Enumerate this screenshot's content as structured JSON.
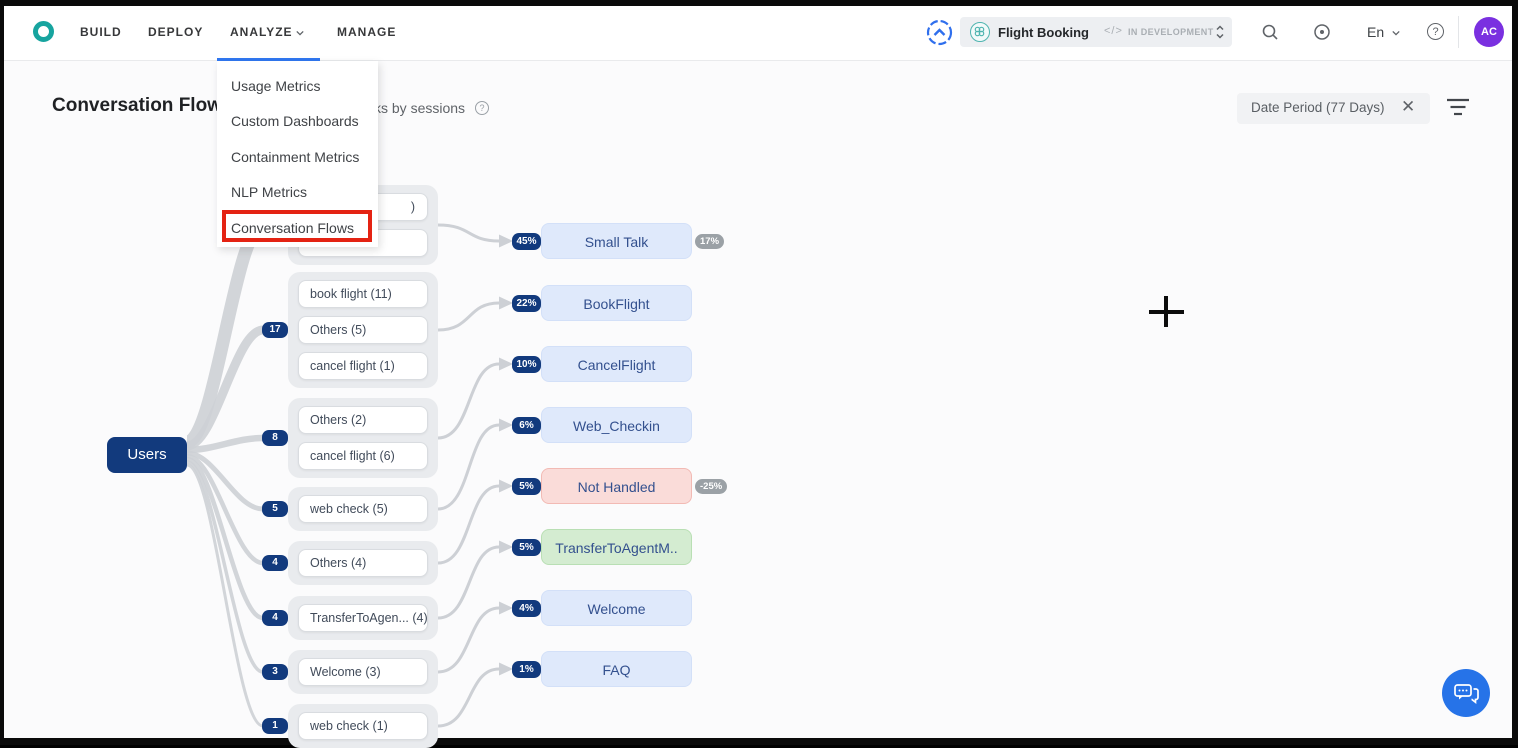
{
  "nav": {
    "menu": [
      {
        "label": "BUILD"
      },
      {
        "label": "DEPLOY"
      },
      {
        "label": "ANALYZE"
      },
      {
        "label": "MANAGE"
      }
    ],
    "bot": {
      "name": "Flight Booking",
      "code_icon": "</>",
      "status": "IN DEVELOPMENT"
    },
    "language": "En",
    "help": "?",
    "avatar": "AC"
  },
  "dropdown": {
    "items": [
      "Usage Metrics",
      "Custom Dashboards",
      "Containment Metrics",
      "NLP Metrics",
      "Conversation Flows"
    ],
    "highlighted": "Conversation Flows"
  },
  "header": {
    "title": "Conversation Flows",
    "subtitle_fragment": "ks by sessions",
    "date_filter": "Date Period (77 Days)"
  },
  "chart_data": {
    "type": "flow",
    "title": "Conversation Flows",
    "root": {
      "label": "Users"
    },
    "groups": [
      {
        "count": "",
        "boxes": [
          ")",
          ""
        ]
      },
      {
        "count": "17",
        "boxes": [
          "book flight (11)",
          "Others (5)",
          "cancel flight (1)"
        ]
      },
      {
        "count": "8",
        "boxes": [
          "Others (2)",
          "cancel flight (6)"
        ]
      },
      {
        "count": "5",
        "boxes": [
          "web check (5)"
        ]
      },
      {
        "count": "4",
        "boxes": [
          "Others (4)"
        ]
      },
      {
        "count": "4",
        "boxes": [
          "TransferToAgen... (4)"
        ]
      },
      {
        "count": "3",
        "boxes": [
          "Welcome (3)"
        ]
      },
      {
        "count": "1",
        "boxes": [
          "web check (1)"
        ]
      }
    ],
    "nodes": [
      {
        "label": "Small Talk",
        "pct": "45%",
        "trail": "17%",
        "type": "blue"
      },
      {
        "label": "BookFlight",
        "pct": "22%",
        "trail": "",
        "type": "blue"
      },
      {
        "label": "CancelFlight",
        "pct": "10%",
        "trail": "",
        "type": "blue"
      },
      {
        "label": "Web_Checkin",
        "pct": "6%",
        "trail": "",
        "type": "blue"
      },
      {
        "label": "Not Handled",
        "pct": "5%",
        "trail": "-25%",
        "type": "red"
      },
      {
        "label": "TransferToAgentM..",
        "pct": "5%",
        "trail": "",
        "type": "green"
      },
      {
        "label": "Welcome",
        "pct": "4%",
        "trail": "",
        "type": "blue"
      },
      {
        "label": "FAQ",
        "pct": "1%",
        "trail": "",
        "type": "blue"
      }
    ],
    "colors": {
      "navy": "#123a7d",
      "blue_node": "#dfe9fb",
      "red_node": "#fadcd9",
      "green_node": "#d4ecd1",
      "gray_badge": "#9ba1a6",
      "edge": "#cdd0d5"
    }
  }
}
